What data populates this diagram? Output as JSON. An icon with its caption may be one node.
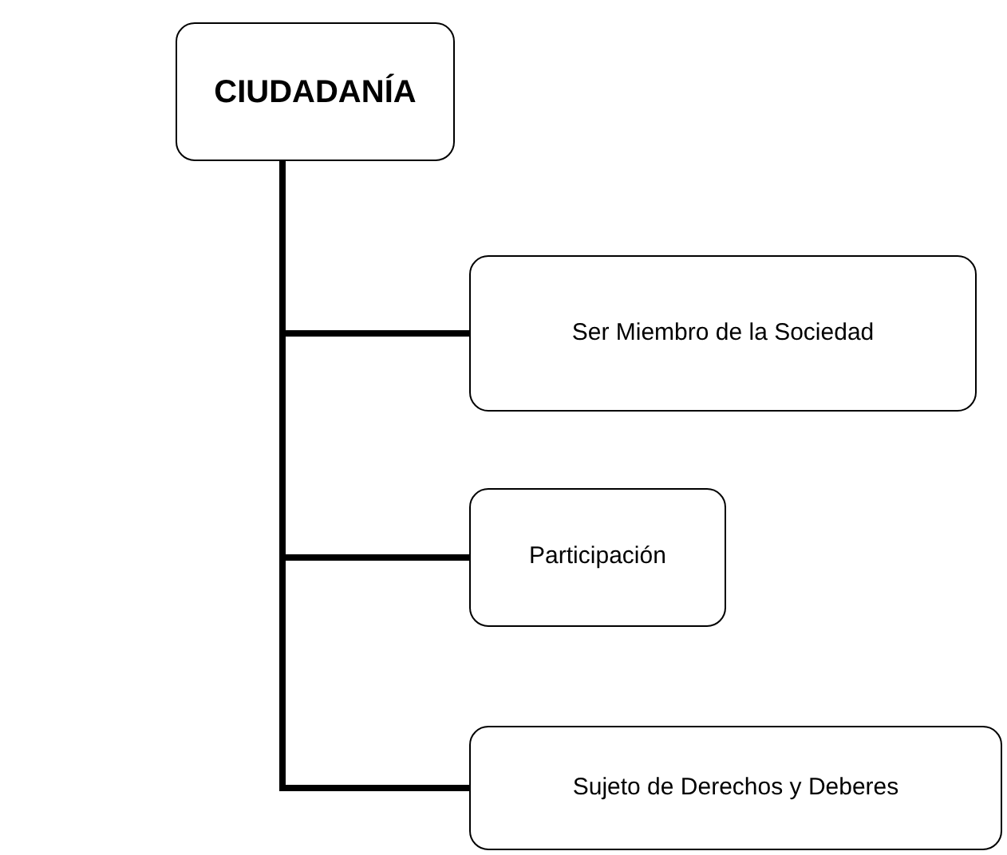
{
  "diagram": {
    "nodes": [
      {
        "text": [
          "CIUDADANÍA"
        ]
      },
      {
        "text": [
          "Ser Miembro de la Sociedad"
        ]
      },
      {
        "text": [
          "Participación"
        ]
      },
      {
        "text": [
          "Sujeto de Derechos y Deberes"
        ]
      }
    ],
    "edges": [
      {
        "from": 0,
        "to": 1,
        "arrow": "none"
      },
      {
        "from": 0,
        "to": 2,
        "arrow": "none"
      },
      {
        "from": 0,
        "to": 3,
        "arrow": "none"
      }
    ]
  }
}
